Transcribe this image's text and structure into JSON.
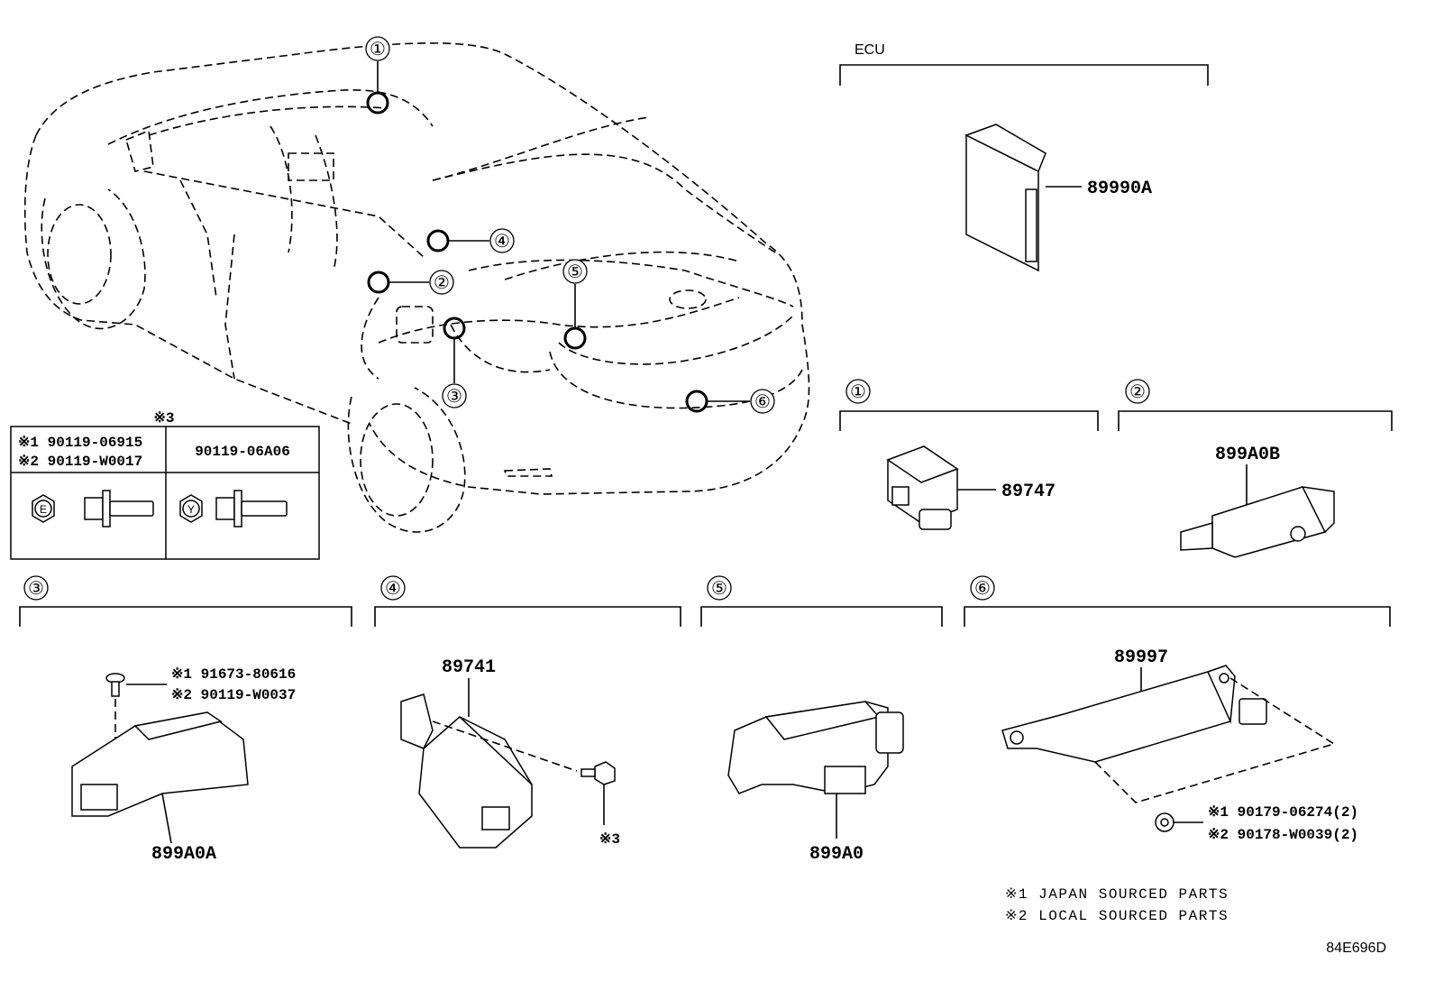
{
  "header": {
    "ecu_label": "ECU"
  },
  "callouts": {
    "1": "①",
    "2": "②",
    "3": "③",
    "4": "④",
    "5": "⑤",
    "6": "⑥"
  },
  "parts": {
    "ecu": "89990A",
    "p1": "89747",
    "p2": "899A0B",
    "p3": "899A0A",
    "p4": "89741",
    "p5": "899A0",
    "p6": "89997"
  },
  "fastener_table": {
    "title": "※3",
    "left_line1": "※1 90119-06915",
    "left_line2": "※2 90119-W0017",
    "right_header": "90119-06A06",
    "left_mark": "E",
    "right_mark": "Y"
  },
  "section3": {
    "bolt_line1": "※1 91673-80616",
    "bolt_line2": "※2 90119-W0037"
  },
  "section4": {
    "bolt_ref": "※3"
  },
  "section6": {
    "nut_line1": "※1 90179-06274(2)",
    "nut_line2": "※2 90178-W0039(2)"
  },
  "notes": {
    "line1": "※1 JAPAN SOURCED PARTS",
    "line2": "※2 LOCAL SOURCED PARTS"
  },
  "footer": {
    "diagram_code": "84E696D"
  }
}
